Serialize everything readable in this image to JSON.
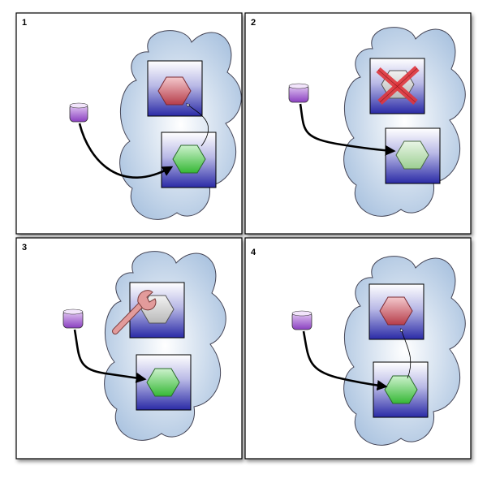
{
  "panels": [
    {
      "label": "1",
      "state": "primary-healthy-replica-healthy",
      "client_connects_to": "lower"
    },
    {
      "label": "2",
      "state": "primary-failed",
      "client_connects_to": "lower"
    },
    {
      "label": "3",
      "state": "primary-under-repair",
      "client_connects_to": "lower"
    },
    {
      "label": "4",
      "state": "roles-swapped",
      "client_connects_to": "lower"
    }
  ],
  "colors": {
    "cloud_fill_center": "#ffffff",
    "cloud_fill_edge": "#a9c2df",
    "server_box_top": "#ffffff",
    "server_box_bottom": "#2a2aa6",
    "active_node": "#52c752",
    "standby_node": "#c2505c",
    "idle_node": "#c8c8c8",
    "failed_cross": "#e0353c",
    "wrench": "#d98b8b",
    "client": "#9b5fc6"
  },
  "icons": {
    "client": "client-cylinder-icon",
    "server": "server-box-icon",
    "node": "hexagon-node-icon",
    "failed": "red-x-icon",
    "repair": "wrench-icon"
  }
}
